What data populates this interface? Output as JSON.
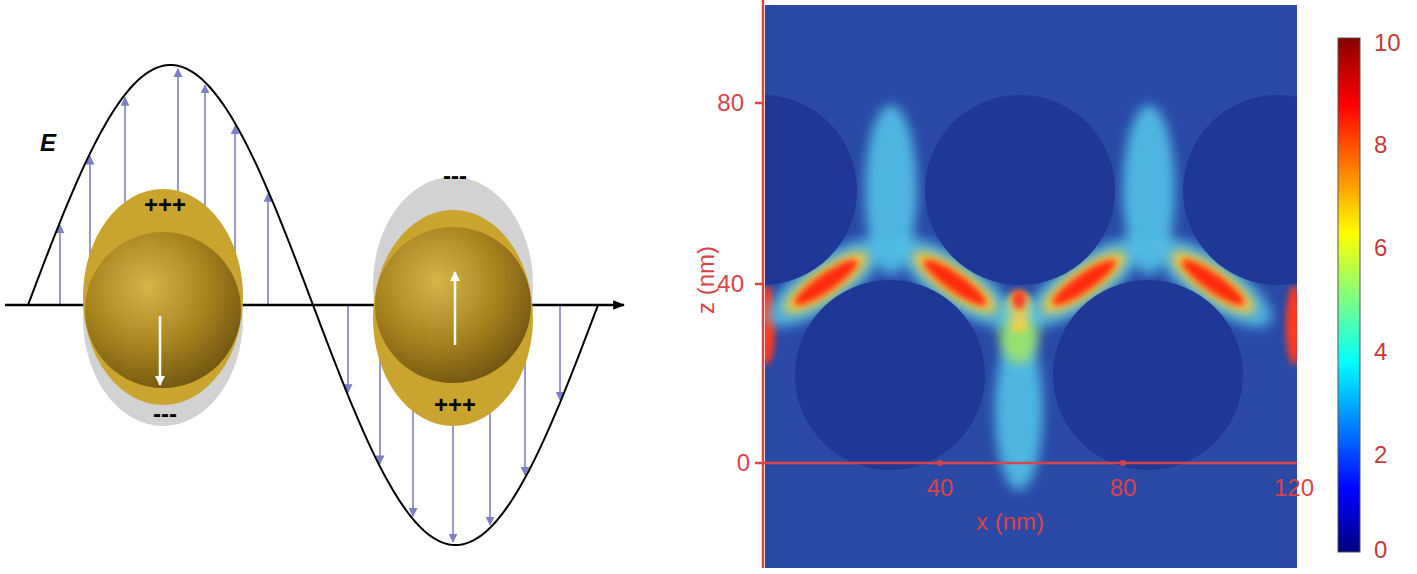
{
  "diagram": {
    "labels": [
      "E",
      "+++",
      "---",
      "---",
      "+++",
      "z (nm)",
      "80",
      "40",
      "0",
      "40",
      "80",
      "120",
      "x (nm)",
      "10",
      "8",
      "6",
      "4",
      "2",
      "0"
    ]
  }
}
